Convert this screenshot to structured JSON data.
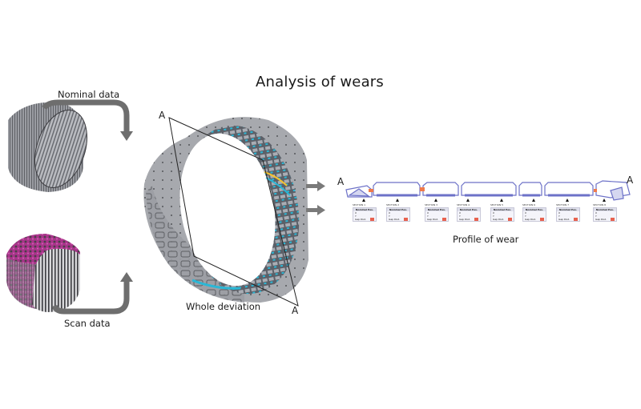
{
  "title": "Analysis of wears",
  "labels": {
    "nominal": "Nominal data",
    "scan": "Scan data",
    "whole": "Whole deviation",
    "profile": "Profile of wear",
    "section_start": "A",
    "section_end": "A",
    "profile_start": "A",
    "profile_end": "A"
  },
  "colors": {
    "arrow": "#6e6e6e",
    "cylinder_gray": "#8e9096",
    "scan_magenta": "#b0388f",
    "deviation_cyan": "#2ab7d6",
    "profile_blue": "#6d72c8",
    "gap_red": "#e8614f"
  },
  "callouts": [
    {
      "id": "SECTION 1",
      "head": "Nominal Pos.",
      "x_label": "X",
      "y_label": "Y",
      "gap_label": "Gap Dist."
    },
    {
      "id": "SECTION 2",
      "head": "Nominal Pos.",
      "x_label": "X",
      "y_label": "Y",
      "gap_label": "Gap Dist."
    },
    {
      "id": "SECTION 3",
      "head": "Nominal Pos.",
      "x_label": "X",
      "y_label": "Y",
      "gap_label": "Gap Dist."
    },
    {
      "id": "SECTION 4",
      "head": "Nominal Pos.",
      "x_label": "X",
      "y_label": "Y",
      "gap_label": "Gap Dist."
    },
    {
      "id": "SECTION 5",
      "head": "Nominal Pos.",
      "x_label": "X",
      "y_label": "Y",
      "gap_label": "Gap Dist."
    },
    {
      "id": "SECTION 6",
      "head": "Nominal Pos.",
      "x_label": "X",
      "y_label": "Y",
      "gap_label": "Gap Dist."
    },
    {
      "id": "SECTION 7",
      "head": "Nominal Pos.",
      "x_label": "X",
      "y_label": "Y",
      "gap_label": "Gap Dist."
    },
    {
      "id": "SECTION 8",
      "head": "Nominal Pos.",
      "x_label": "X",
      "y_label": "Y",
      "gap_label": "Gap Dist."
    }
  ]
}
